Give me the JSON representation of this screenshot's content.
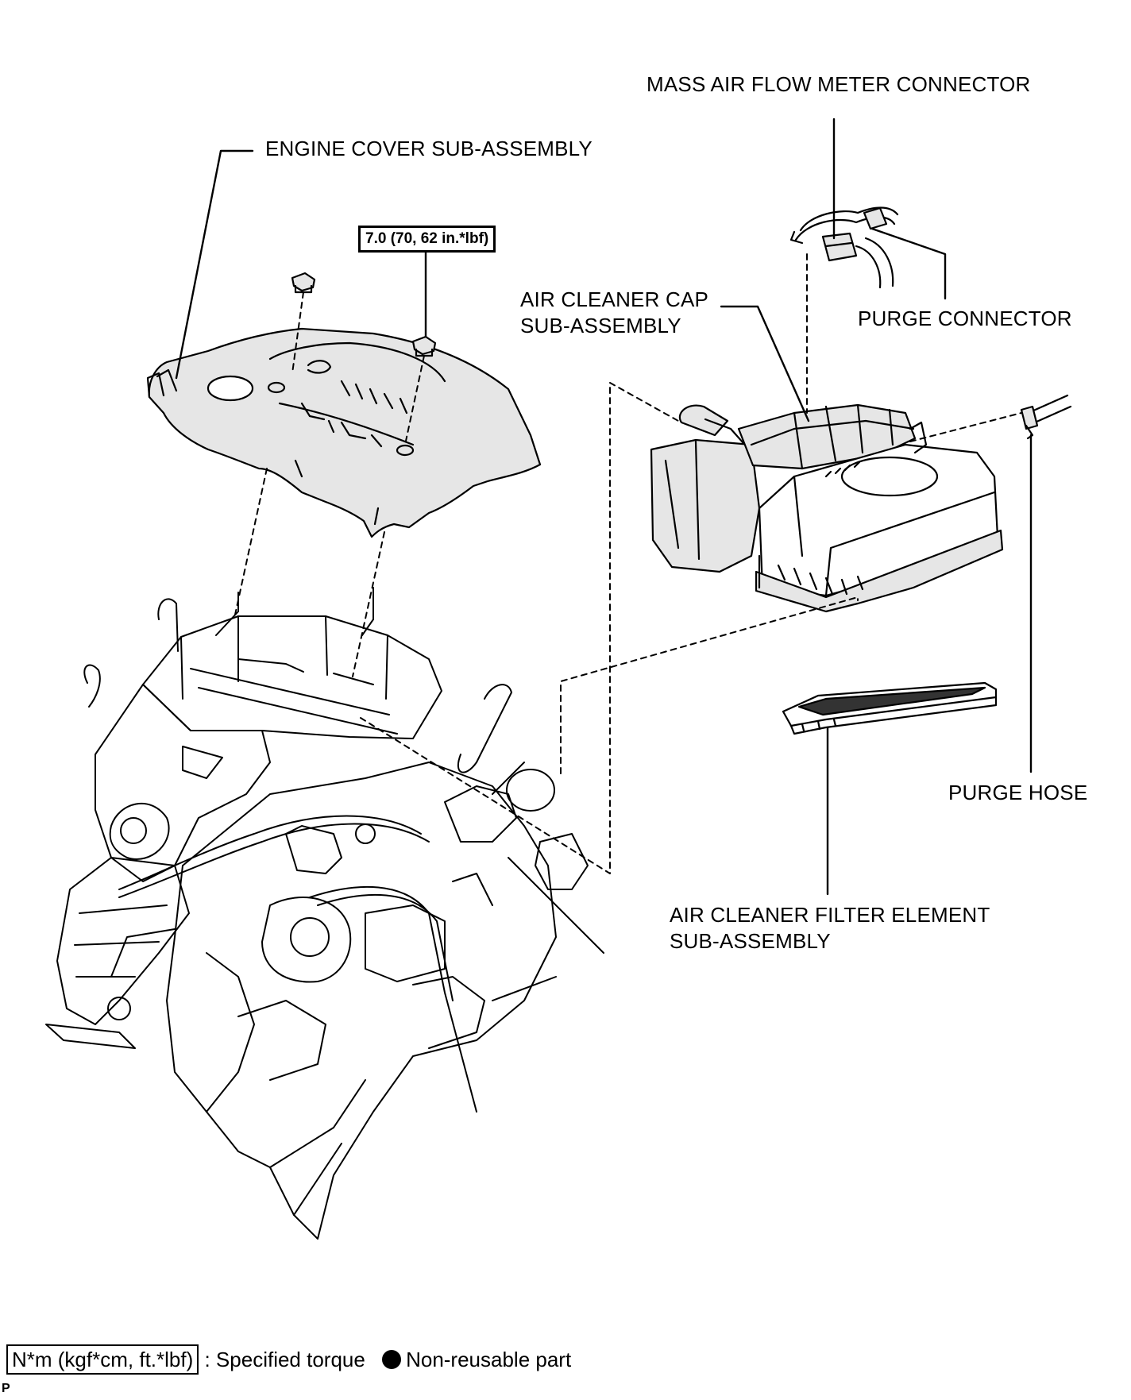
{
  "labels": {
    "mass_air_flow_meter_connector": "MASS AIR FLOW METER CONNECTOR",
    "engine_cover_sub_assembly": "ENGINE COVER SUB-ASSEMBLY",
    "air_cleaner_cap_line1": "AIR CLEANER CAP",
    "air_cleaner_cap_line2": "SUB-ASSEMBLY",
    "purge_connector": "PURGE CONNECTOR",
    "purge_hose": "PURGE HOSE",
    "air_cleaner_filter_line1": "AIR CLEANER FILTER ELEMENT",
    "air_cleaner_filter_line2": "SUB-ASSEMBLY"
  },
  "torque": {
    "engine_cover_nut": "7.0 (70, 62 in.*lbf)"
  },
  "legend": {
    "torque_units": "N*m (kgf*cm, ft.*lbf)",
    "torque_desc": ": Specified torque",
    "non_reusable": "Non-reusable part"
  },
  "corner_mark": "P",
  "icons": [
    "non-reusable-part-dot-icon"
  ],
  "colors": {
    "ink": "#000000",
    "paper": "#ffffff",
    "part_fill": "#e6e6e6"
  }
}
